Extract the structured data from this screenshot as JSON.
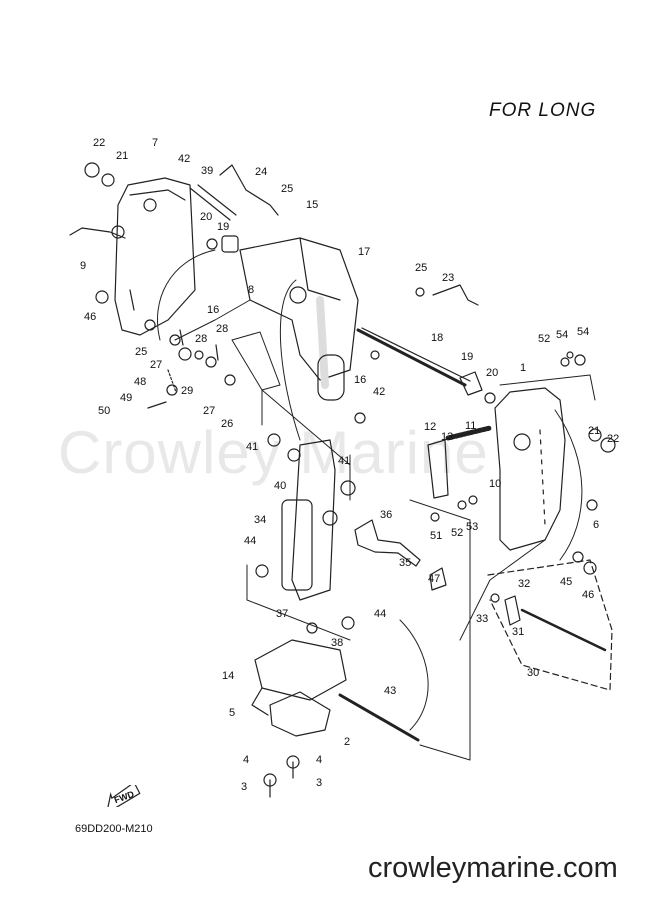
{
  "diagram": {
    "title": "FOR  LONG",
    "drawing_code": "69DD200-M210",
    "fwd_label": "FWD",
    "watermark": "Crowley Marine",
    "site": "crowleymarine.com",
    "callouts": [
      "22",
      "21",
      "7",
      "42",
      "39",
      "24",
      "25",
      "15",
      "20",
      "19",
      "9",
      "8",
      "17",
      "25",
      "23",
      "16",
      "46",
      "28",
      "28",
      "25",
      "27",
      "18",
      "19",
      "52",
      "54",
      "54",
      "16",
      "48",
      "29",
      "1",
      "20",
      "49",
      "27",
      "42",
      "50",
      "26",
      "12",
      "13",
      "11",
      "21",
      "22",
      "41",
      "41",
      "40",
      "10",
      "36",
      "34",
      "52",
      "53",
      "51",
      "6",
      "44",
      "47",
      "35",
      "45",
      "46",
      "32",
      "37",
      "44",
      "33",
      "31",
      "38",
      "14",
      "30",
      "43",
      "5",
      "2",
      "4",
      "4",
      "3",
      "3"
    ]
  }
}
